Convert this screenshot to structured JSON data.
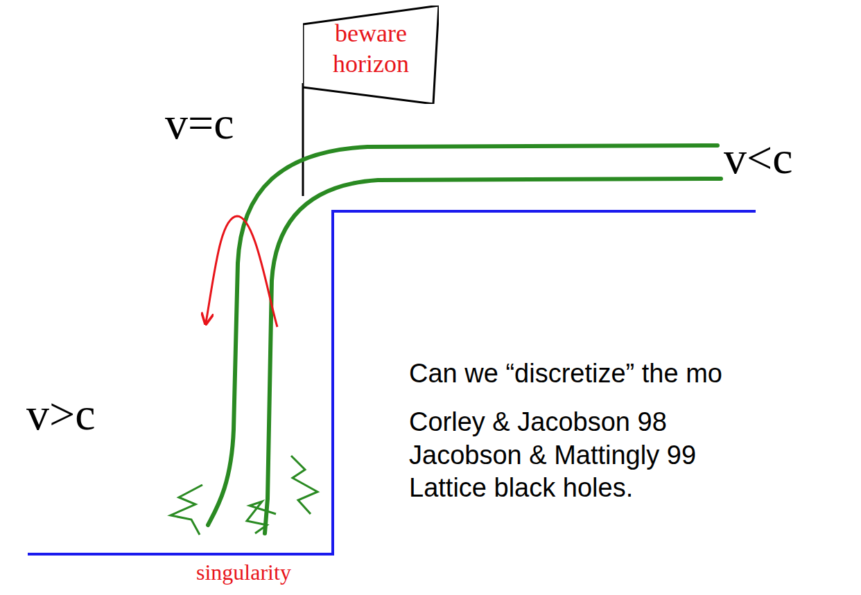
{
  "diagram": {
    "nodes": [
      {
        "text": [
          "beware horizon"
        ]
      }
    ],
    "labels": [
      "v=c",
      "v<c",
      "v>c",
      "singularity",
      "Can we “discretize” the mo",
      "Corley & Jacobson 98",
      "Jacobson & Mattingly 99",
      "Lattice black holes."
    ]
  }
}
